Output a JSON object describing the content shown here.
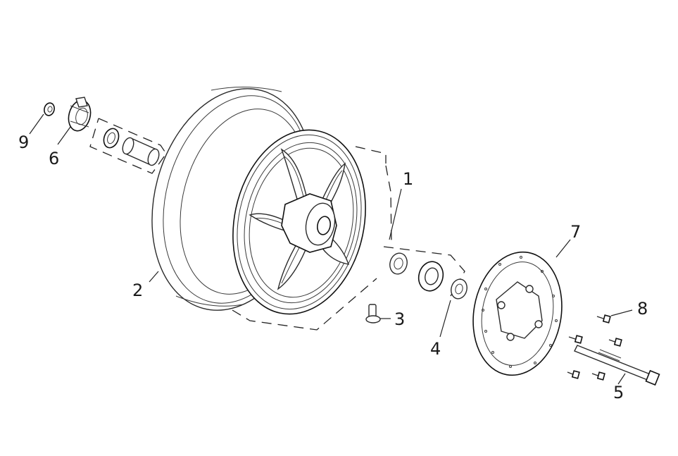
{
  "callouts": {
    "c1": "1",
    "c2": "2",
    "c3": "3",
    "c4": "4",
    "c5": "5",
    "c6": "6",
    "c7": "7",
    "c8": "8",
    "c9": "9"
  },
  "colors": {
    "line": "#222222",
    "background": "#ffffff"
  }
}
